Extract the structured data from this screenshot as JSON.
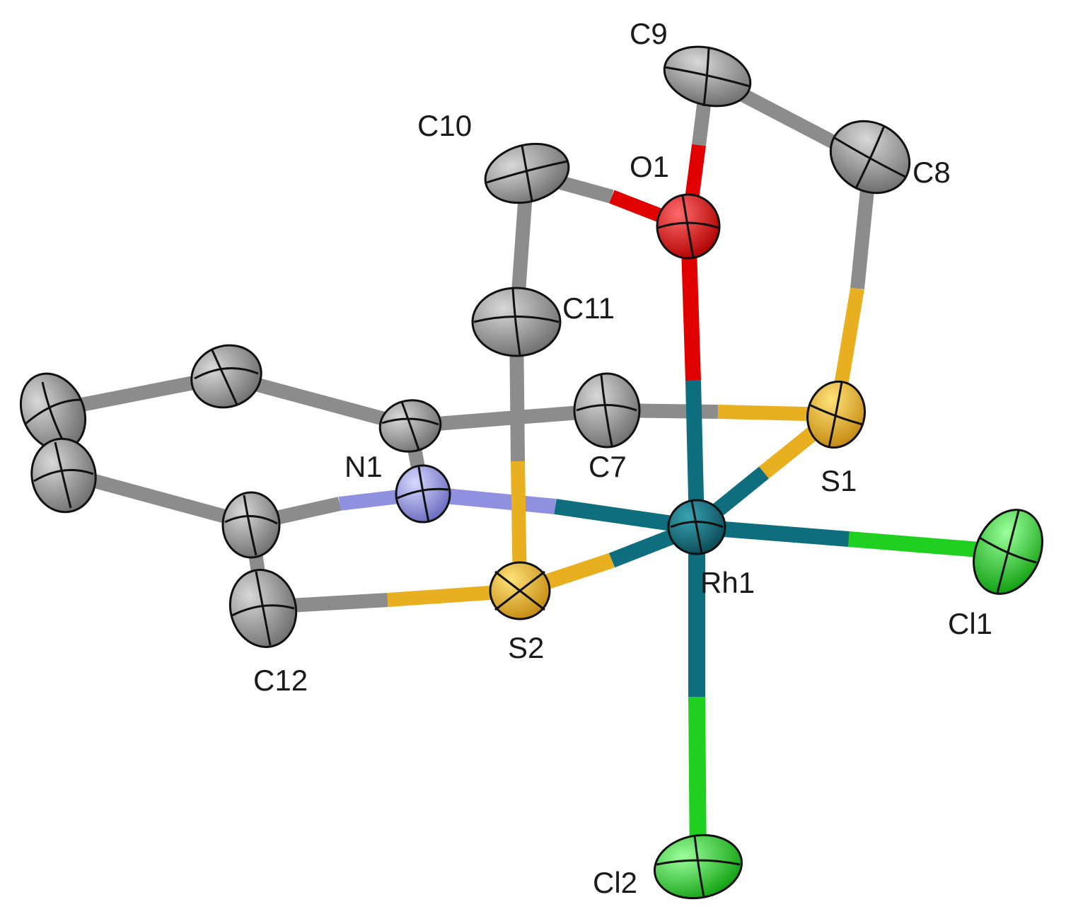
{
  "labels": {
    "C9": "C9",
    "C10": "C10",
    "O1": "O1",
    "C8": "C8",
    "C11": "C11",
    "N1": "N1",
    "C7": "C7",
    "S1": "S1",
    "Rh1": "Rh1",
    "Cl1": "Cl1",
    "S2": "S2",
    "C12": "C12",
    "Cl2": "Cl2"
  },
  "element_colors": {
    "carbon": "#8c8c8c",
    "oxygen": "#e00000",
    "sulfur": "#e8b020",
    "nitrogen": "#9090e0",
    "rhodium": "#0f6e7e",
    "chlorine": "#20d020"
  }
}
